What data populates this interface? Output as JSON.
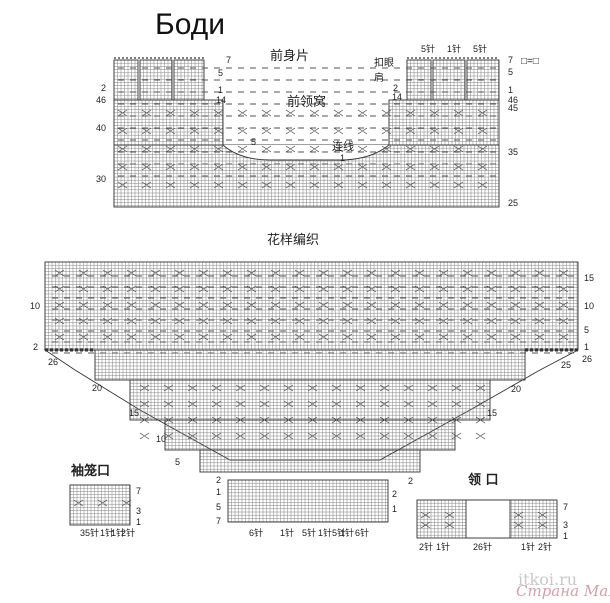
{
  "title": "Боди",
  "front_body": {
    "title": "前身片",
    "neckline_label": "前领窝",
    "shoulder_label": "扣眼\n肩",
    "join_label": "连线",
    "top_stitch_counts": [
      "5针",
      "1针",
      "5针"
    ],
    "symbol_legend": "□=□",
    "left_rows": [
      "2",
      "46",
      "40",
      "30"
    ],
    "right_rows": [
      "7",
      "5",
      "1",
      "14",
      "2",
      "46",
      "45",
      "35",
      "25"
    ],
    "inner_rows": [
      "7",
      "5",
      "1",
      "14",
      "5",
      "1"
    ]
  },
  "pattern": {
    "title": "花样编织",
    "left_rows": [
      "10",
      "2",
      "26",
      "20",
      "15",
      "10",
      "5",
      "2",
      "1",
      "5",
      "7"
    ],
    "right_rows": [
      "15",
      "10",
      "5",
      "1",
      "26",
      "25",
      "20",
      "15",
      "2",
      "2",
      "1"
    ],
    "bottom_stitch_counts": [
      "6针",
      "1针",
      "5针",
      "1针",
      "5针",
      "1针",
      "6针"
    ]
  },
  "sleeve": {
    "title": "袖笼口",
    "right_rows": [
      "7",
      "3",
      "1"
    ],
    "stitch_counts": [
      "35针",
      "1针",
      "1针",
      "2针"
    ]
  },
  "collar": {
    "title": "领 口",
    "right_rows": [
      "7",
      "3",
      "1"
    ],
    "stitch_counts": [
      "2针",
      "1针",
      "26针",
      "1针",
      "2针"
    ]
  },
  "watermark": {
    "site1": "itkoi.ru",
    "site2": "Страна Мам"
  }
}
